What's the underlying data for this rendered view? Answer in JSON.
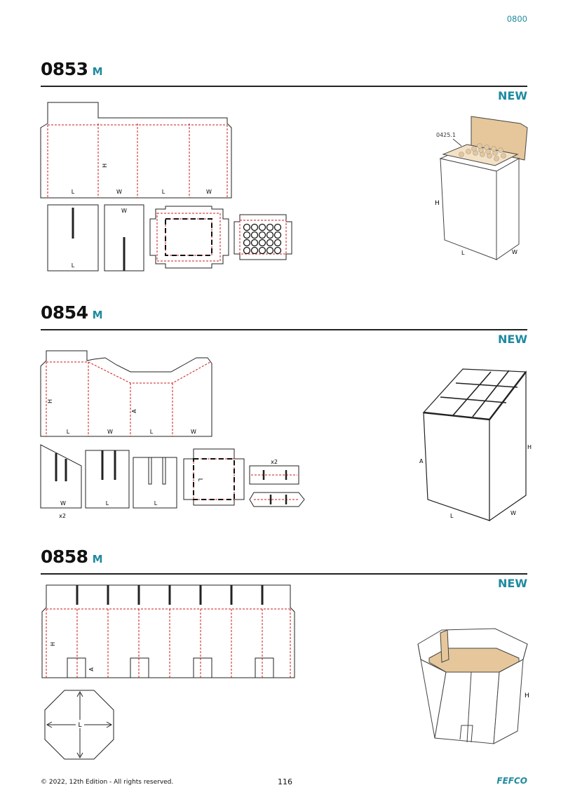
{
  "header": {
    "page_code": "0800"
  },
  "sections": [
    {
      "code": "0853",
      "suffix": "M",
      "badge": "NEW",
      "flat_labels": {
        "l1": "L",
        "w1": "W",
        "l2": "L",
        "w2": "W",
        "h": "H",
        "panel_l": "L",
        "panel_w": "W"
      },
      "box_labels": {
        "ref": "0425.1",
        "h": "H",
        "l": "L",
        "w": "W"
      }
    },
    {
      "code": "0854",
      "suffix": "M",
      "badge": "NEW",
      "flat_labels": {
        "h": "H",
        "a": "A",
        "l1": "L",
        "w1": "W",
        "l2": "L",
        "w2": "W",
        "p1": "W",
        "p1_qty": "x2",
        "p2": "L",
        "p3": "L",
        "tray_l": "L",
        "strip_qty": "x2"
      },
      "box_labels": {
        "a": "A",
        "h": "H",
        "l": "L",
        "w": "W"
      }
    },
    {
      "code": "0858",
      "suffix": "M",
      "badge": "NEW",
      "flat_labels": {
        "h": "H",
        "a": "A",
        "base_l": "L"
      },
      "box_labels": {
        "h": "H"
      }
    }
  ],
  "colors": {
    "accent": "#1e8aa0",
    "crease": "#d01818",
    "kraft": "#e6c79b"
  },
  "footer": {
    "copyright": "© 2022, 12th Edition - All rights reserved.",
    "page_number": "116",
    "brand": "FEFCO"
  }
}
